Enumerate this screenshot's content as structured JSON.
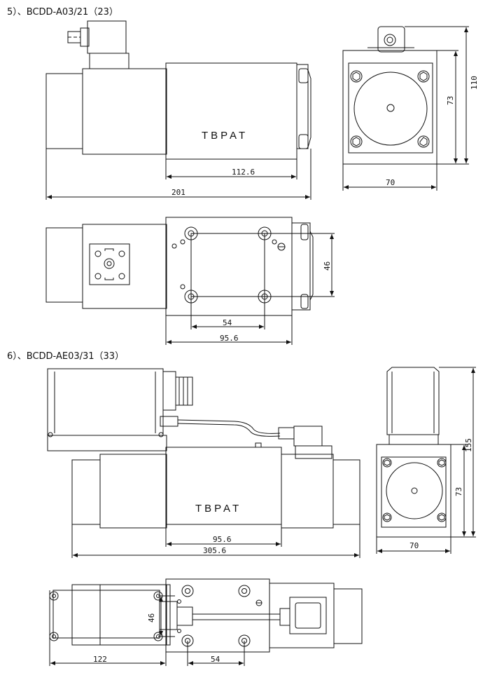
{
  "section5": {
    "title": "5）、BCDD-A03/21（23）",
    "brand": "TBPAT",
    "dims": {
      "d1": "112.6",
      "d2": "201",
      "d3": "110",
      "d4": "73",
      "d5": "70",
      "d6": "46",
      "d7": "54",
      "d8": "95.6"
    }
  },
  "section6": {
    "title": "6）、BCDD-AE03/31（33）",
    "brand": "TBPAT",
    "dims": {
      "d1": "95.6",
      "d2": "305.6",
      "d3": "155",
      "d4": "73",
      "d5": "70",
      "d6": "46",
      "d7": "122",
      "d8": "54"
    }
  }
}
